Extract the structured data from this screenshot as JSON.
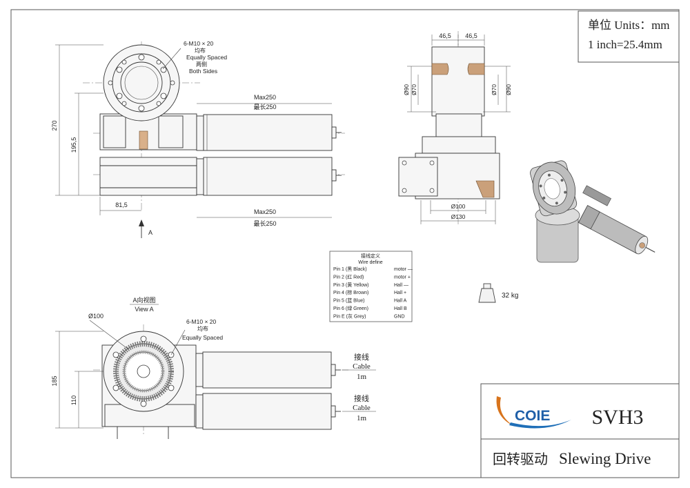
{
  "units": {
    "line1": "单位 Units：mm",
    "line2": "1 inch=25.4mm"
  },
  "title_block": {
    "brand": "COIE",
    "model": "SVH3",
    "name_cn": "回转驱动",
    "name_en": "Slewing Drive"
  },
  "front_view": {
    "bolt_note": [
      "6-M10 × 20",
      "均布",
      "Equally Spaced",
      "两侧",
      "Both Sides"
    ],
    "dim_270": "270",
    "dim_195_5": "195,5",
    "dim_81_5": "81,5",
    "max_top": [
      "Max250",
      "最长250"
    ],
    "max_bottom": [
      "Max250",
      "最长250"
    ],
    "arrow_label": "A"
  },
  "side_view": {
    "dim_46_5_left": "46,5",
    "dim_46_5_right": "46,5",
    "phi90_left": "Ø90",
    "phi70_left": "Ø70",
    "phi70_right": "Ø70",
    "phi90_right": "Ø90",
    "phi100": "Ø100",
    "phi130": "Ø130"
  },
  "wire_table": {
    "title_cn": "接线定义",
    "title_en": "Wire define",
    "rows": [
      {
        "pin": "Pin 1 (黑 Black)",
        "func": "motor —"
      },
      {
        "pin": "Pin 2 (红 Red)",
        "func": "motor +"
      },
      {
        "pin": "Pin 3 (黄 Yellow)",
        "func": "Hall —"
      },
      {
        "pin": "Pin 4 (棕 Brown)",
        "func": "Hall +"
      },
      {
        "pin": "Pin 5 (蓝 Blue)",
        "func": "Hall A"
      },
      {
        "pin": "Pin 6 (绿 Green)",
        "func": "Hall B"
      },
      {
        "pin": "Pin E (灰 Grey)",
        "func": "GND"
      }
    ]
  },
  "weight": "32 kg",
  "view_a": {
    "title_cn": "A向视图",
    "title_en": "View A",
    "phi100": "Ø100",
    "bolt_note": [
      "6-M10 × 20",
      "均布",
      "Equally Spaced"
    ],
    "dim_185": "185",
    "dim_110": "110",
    "cable_top": [
      "接线",
      "Cable",
      "1m"
    ],
    "cable_bottom": [
      "接线",
      "Cable",
      "1m"
    ]
  }
}
